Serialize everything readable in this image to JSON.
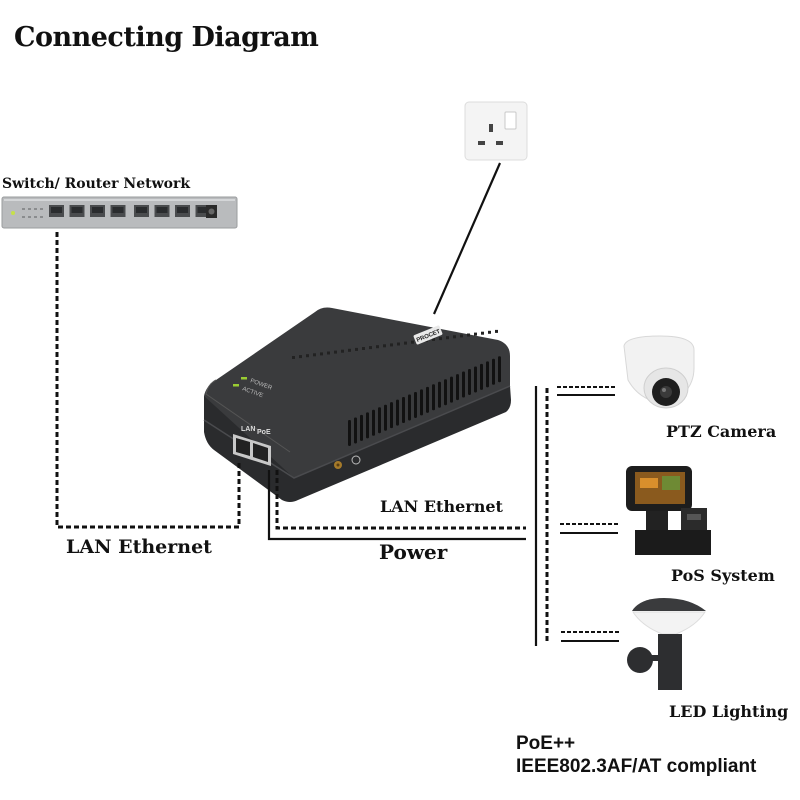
{
  "title": "Connecting Diagram",
  "devices": {
    "switch": {
      "label": "Switch/ Router Network",
      "port_count": 8,
      "icon": "network-switch-icon"
    },
    "outlet": {
      "icon": "wall-power-outlet-icon"
    },
    "injector": {
      "icon": "poe-injector-icon",
      "brand": "PROCET",
      "leds": [
        "POWER",
        "ACTIVE"
      ],
      "ports": [
        "LAN",
        "PoE"
      ],
      "led_color": "#9acd32"
    },
    "endpoints": [
      {
        "label": "PTZ Camera",
        "icon": "dome-camera-icon"
      },
      {
        "label": "PoS System",
        "icon": "pos-terminal-icon"
      },
      {
        "label": "LED Lighting",
        "icon": "wall-lamp-icon"
      }
    ]
  },
  "connections": {
    "lan_left": "LAN Ethernet",
    "lan_right": "LAN Ethernet",
    "power": "Power"
  },
  "spec": {
    "line1": "PoE++",
    "line2": "IEEE802.3AF/AT compliant"
  },
  "colors": {
    "line": "#111111",
    "device_body": "#3a3b3d",
    "switch_body": "#b9bbbd"
  }
}
